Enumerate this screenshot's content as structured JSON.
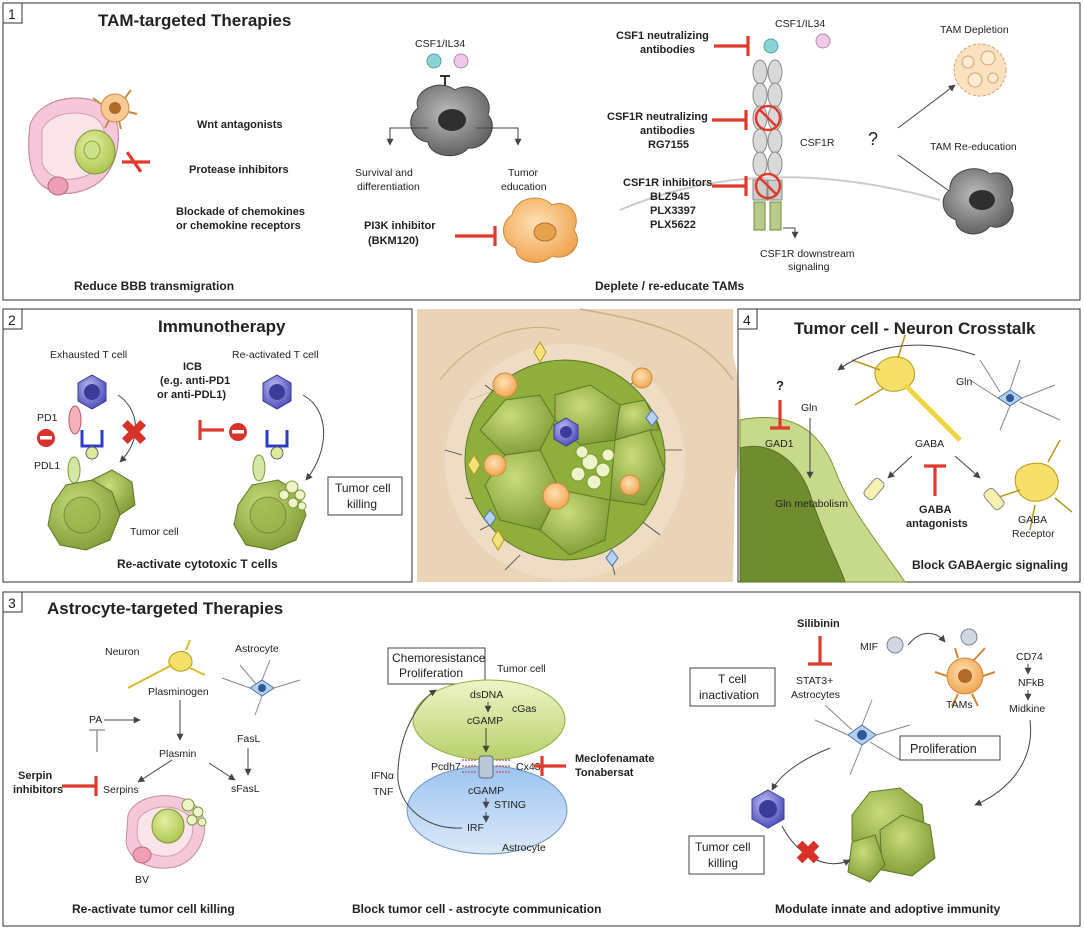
{
  "panel1": {
    "number": "1",
    "title": "TAM-targeted Therapies",
    "wnt": "Wnt antagonists",
    "protease": "Protease inhibitors",
    "blockade_line1": "Blockade of chemokines",
    "blockade_line2": "or chemokine receptors",
    "caption_left": "Reduce BBB transmigration",
    "csf_top": "CSF1/IL34",
    "survival_line1": "Survival and",
    "survival_line2": "differentiation",
    "tumor_edu_line1": "Tumor",
    "tumor_edu_line2": "education",
    "pi3k_line1": "PI3K inhibitor",
    "pi3k_line2": "(BKM120)",
    "csf1_ab_line1": "CSF1 neutralizing",
    "csf1_ab_line2": "antibodies",
    "csf_right": "CSF1/IL34",
    "csf1r_ab_line1": "CSF1R neutralizing",
    "csf1r_ab_line2": "antibodies",
    "csf1r_ab_line3": "RG7155",
    "csf1r_label": "CSF1R",
    "csf1r_inh_line1": "CSF1R inhibitors",
    "csf1r_inh_line2": "BLZ945",
    "csf1r_inh_line3": "PLX3397",
    "csf1r_inh_line4": "PLX5622",
    "downstream_line1": "CSF1R downstream",
    "downstream_line2": "signaling",
    "question": "?",
    "tam_depletion": "TAM Depletion",
    "tam_reeducation": "TAM Re-education",
    "caption_right": "Deplete / re-educate TAMs"
  },
  "panel2": {
    "number": "2",
    "title": "Immunotherapy",
    "exhausted": "Exhausted T cell",
    "reactivated": "Re-activated T cell",
    "icb_line1": "ICB",
    "icb_line2": "(e.g. anti-PD1",
    "icb_line3": "or anti-PDL1)",
    "pd1": "PD1",
    "pdl1": "PDL1",
    "tumor_cell": "Tumor cell",
    "killing_line1": "Tumor cell",
    "killing_line2": "killing",
    "caption": "Re-activate cytotoxic T cells"
  },
  "panel4": {
    "number": "4",
    "title": "Tumor cell - Neuron Crosstalk",
    "question": "?",
    "gln_left": "Gln",
    "gln_right": "Gln",
    "gad1": "GAD1",
    "gaba": "GABA",
    "gln_metabolism": "Gln metabolism",
    "antagonists_line1": "GABA",
    "antagonists_line2": "antagonists",
    "receptor_line1": "GABA",
    "receptor_line2": "Receptor",
    "caption": "Block GABAergic signaling"
  },
  "panel3": {
    "number": "3",
    "title": "Astrocyte-targeted Therapies",
    "neuron": "Neuron",
    "astrocyte": "Astrocyte",
    "plasminogen": "Plasminogen",
    "pa": "PA",
    "plasmin": "Plasmin",
    "fasl": "FasL",
    "sfasl": "sFasL",
    "serpins": "Serpins",
    "serpin_inh_line1": "Serpin",
    "serpin_inh_line2": "inhibitors",
    "bv": "BV",
    "caption_left": "Re-activate tumor cell killing",
    "chemo_line1": "Chemoresistance",
    "chemo_line2": "Proliferation",
    "tumor_cell": "Tumor cell",
    "dsdna": "dsDNA",
    "cgas": "cGas",
    "cgamp_top": "cGAMP",
    "ifna": "IFNα",
    "tnf": "TNF",
    "pcdh7": "Pcdh7",
    "cx43": "Cx43",
    "cgamp_bottom": "cGAMP",
    "sting": "STING",
    "irf": "IRF",
    "astrocyte_bottom": "Astrocyte",
    "drug_line1": "Meclofenamate",
    "drug_line2": "Tonabersat",
    "caption_mid": "Block tumor cell - astrocyte communication",
    "silibinin": "Silibinin",
    "mif": "MIF",
    "stat3_line1": "STAT3+",
    "stat3_line2": "Astrocytes",
    "tcell_inact_line1": "T cell",
    "tcell_inact_line2": "inactivation",
    "tams": "TAMs",
    "cd74": "CD74",
    "nfkb": "NFkB",
    "midkine": "Midkine",
    "proliferation": "Proliferation",
    "killing_line1": "Tumor cell",
    "killing_line2": "killing",
    "caption_right": "Modulate innate and adoptive immunity"
  }
}
